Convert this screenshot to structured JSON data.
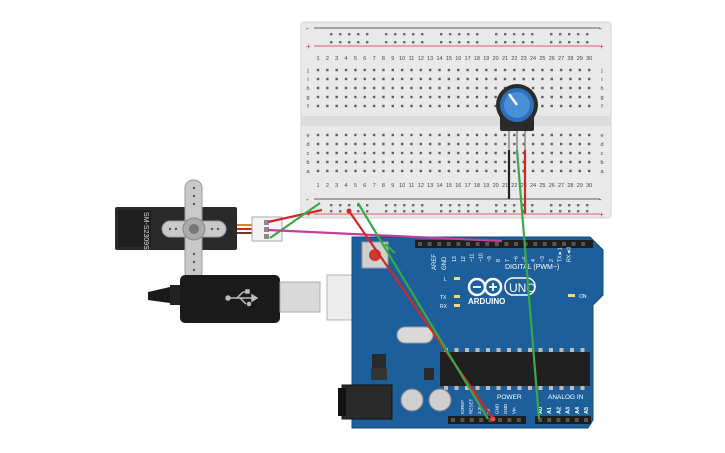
{
  "breadboard": {
    "rail_plus": "+",
    "rail_minus": "-",
    "col_numbers": [
      "1",
      "2",
      "3",
      "4",
      "5",
      "6",
      "7",
      "8",
      "9",
      "10",
      "11",
      "12",
      "13",
      "14",
      "15",
      "16",
      "17",
      "18",
      "19",
      "20",
      "21",
      "22",
      "23",
      "24",
      "25",
      "26",
      "27",
      "28",
      "29",
      "30"
    ],
    "row_letters_top": [
      "j",
      "i",
      "h",
      "g",
      "f"
    ],
    "row_letters_bottom": [
      "e",
      "d",
      "c",
      "b",
      "a"
    ]
  },
  "servo": {
    "model": "SM-S2309S"
  },
  "arduino": {
    "brand": "ARDUINO",
    "model": "UNO",
    "digital_header": "DIGITAL (PWM~)",
    "power_header": "POWER",
    "analog_header": "ANALOG IN",
    "aref": "AREF",
    "gnd": "GND",
    "digital_pins": [
      "13",
      "12",
      "~11",
      "~10",
      "~9",
      "8",
      "7",
      "~6",
      "~5",
      "4",
      "~3",
      "2",
      "TX►1",
      "RX◄0"
    ],
    "power_pins": [
      "IOREF",
      "RESET",
      "3.3V",
      "5V",
      "GND",
      "GND",
      "Vin"
    ],
    "analog_pins": [
      "A0",
      "A1",
      "A2",
      "A3",
      "A4",
      "A5"
    ],
    "led_l": "L",
    "led_tx": "TX",
    "led_rx": "RX",
    "led_on": "ON"
  },
  "colors": {
    "board_blue": "#1d5f9b",
    "wire_red": "#cc2a2a",
    "wire_green": "#3aa84a",
    "wire_magenta": "#c2409a",
    "wire_black": "#222222",
    "breadboard": "#eeeeee"
  }
}
